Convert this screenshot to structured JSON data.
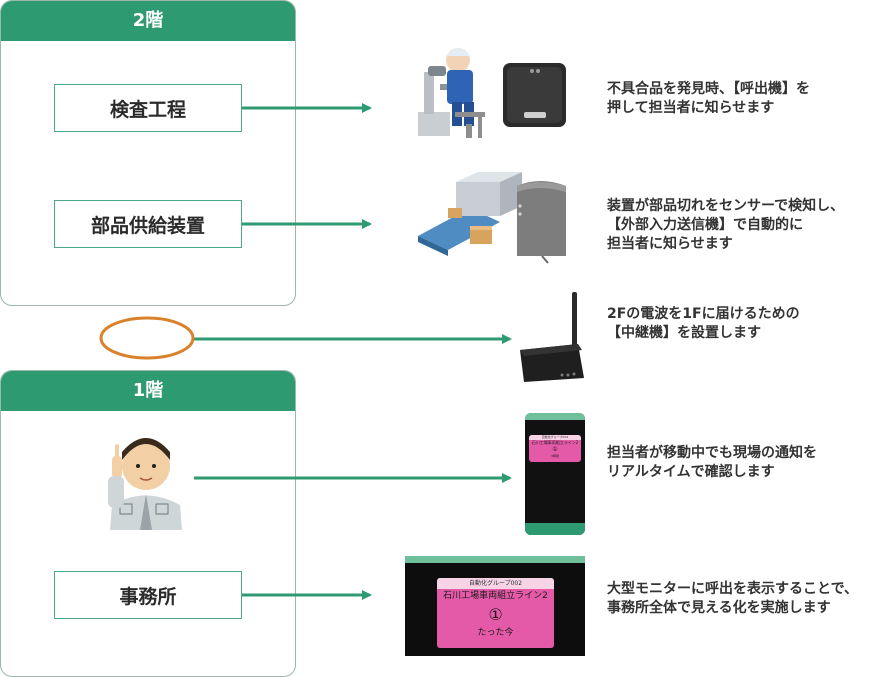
{
  "floors": {
    "second": {
      "title": "2階"
    },
    "first": {
      "title": "1階"
    }
  },
  "stations": {
    "inspection": {
      "label": "検査工程",
      "desc": "不具合品を発見時、【呼出機】を\n押して担当者に知らせます"
    },
    "parts_feeder": {
      "label": "部品供給装置",
      "desc": "装置が部品切れをセンサーで検知し、\n【外部入力送信機】で自動的に\n担当者に知らせます"
    },
    "repeater": {
      "desc": "2Fの電波を1Fに届けるための\n【中継機】を設置します"
    },
    "worker": {
      "desc": "担当者が移動中でも現場の通知を\nリアルタイムで確認します"
    },
    "office": {
      "label": "事務所",
      "desc": "大型モニターに呼出を表示することで、\n事務所全体で見える化を実施します"
    }
  },
  "phone_screen": {
    "card_group": "自動化グループ002",
    "card_line": "石川工場車両組立ライン2",
    "card_number": "①",
    "card_time": "3時間"
  },
  "monitor_screen": {
    "card_group": "自動化グループ002",
    "card_line": "石川工場車両組立ライン2",
    "card_number": "①",
    "card_time": "たった今"
  },
  "colors": {
    "header_green": "#2e9a72",
    "arrow_green": "#2e9a72",
    "ellipse_orange": "#d9822b",
    "card_pink": "#e55aa8"
  }
}
